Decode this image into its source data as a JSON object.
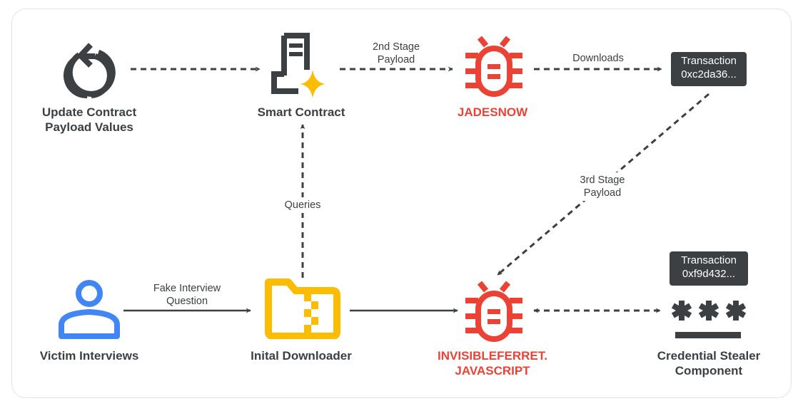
{
  "diagram": {
    "colors": {
      "dark": "#3c4043",
      "red": "#ea4335",
      "yellow": "#fbbc04",
      "blue": "#4285f4",
      "border": "#e3e3e3"
    },
    "nodes": {
      "update_contract": {
        "label_line1": "Update Contract",
        "label_line2": "Payload Values",
        "icon": "refresh-icon"
      },
      "smart_contract": {
        "label": "Smart Contract",
        "icon": "contract-sparkle-icon"
      },
      "jadesnow": {
        "label": "JADESNOW",
        "icon": "bug-icon"
      },
      "transaction_1": {
        "line1": "Transaction",
        "line2": "0xc2da36..."
      },
      "victim": {
        "label": "Victim Interviews",
        "icon": "person-icon"
      },
      "initial_downloader": {
        "label": "Inital Downloader",
        "icon": "zip-folder-icon"
      },
      "invisibleferret": {
        "label_line1": "INVISIBLEFERRET.",
        "label_line2": "JAVASCRIPT",
        "icon": "bug-icon"
      },
      "transaction_2": {
        "line1": "Transaction",
        "line2": "0xf9d432..."
      },
      "credential_stealer": {
        "label_line1": "Credential Stealer",
        "label_line2": "Component",
        "icon": "password-icon"
      }
    },
    "edges": {
      "update_to_contract": {
        "label": "",
        "style": "dashed"
      },
      "contract_to_jadesnow": {
        "label_line1": "2nd Stage",
        "label_line2": "Payload",
        "style": "dashed"
      },
      "jadesnow_to_transaction": {
        "label": "Downloads",
        "style": "dashed"
      },
      "transaction_to_ferret": {
        "label_line1": "3rd Stage",
        "label_line2": "Payload",
        "style": "dashed"
      },
      "downloader_to_contract": {
        "label": "Queries",
        "style": "dashed"
      },
      "victim_to_downloader": {
        "label_line1": "Fake Interview",
        "label_line2": "Question",
        "style": "solid"
      },
      "downloader_to_ferret": {
        "label": "",
        "style": "solid"
      },
      "ferret_credential": {
        "label": "",
        "style": "dashed-bidirectional"
      }
    }
  }
}
